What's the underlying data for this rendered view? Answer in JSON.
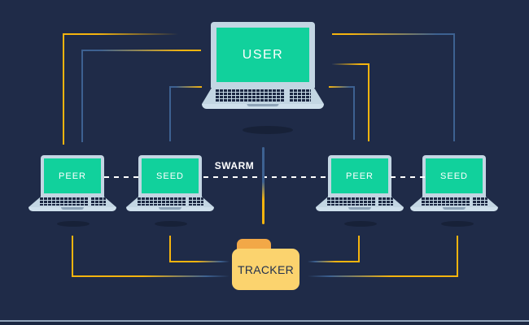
{
  "diagram": {
    "title": "torrent-swarm-network",
    "nodes": {
      "user": {
        "label": "USER"
      },
      "peer1": {
        "label": "PEER"
      },
      "seed1": {
        "label": "SEED"
      },
      "peer2": {
        "label": "PEER"
      },
      "seed2": {
        "label": "SEED"
      },
      "swarm": {
        "label": "SWARM"
      },
      "tracker": {
        "label": "TRACKER"
      }
    },
    "colors": {
      "background": "#1f2b48",
      "screen_green": "#11d19c",
      "laptop_body": "#c3d6e3",
      "keyboard_dark": "#1c2843",
      "connector_yellow": "#f5b40e",
      "connector_blue": "#3d6191",
      "dashed_line": "#ffffff",
      "folder_body": "#fbd36e",
      "folder_tab": "#f2a847",
      "label_light": "#ffffff",
      "label_dark": "#22304e",
      "shadow": "#172138",
      "bottom_divider": "#90a3b9"
    }
  }
}
